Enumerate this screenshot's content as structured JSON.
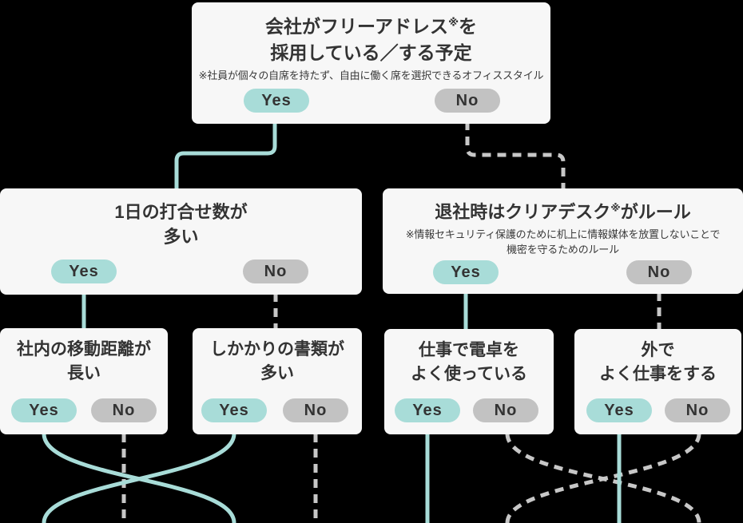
{
  "colors": {
    "background": "#000000",
    "box_background": "#f7f7f7",
    "yes_accent": "#a8dcd8",
    "no_accent": "#c2c2c2",
    "text": "#333333"
  },
  "flowchart": {
    "root": {
      "title_main": "会社がフリーアドレス",
      "title_ref_mark": "※",
      "title_tail": "を",
      "title_line2": "採用している／する予定",
      "note": "※社員が個々の自席を持たず、自由に働く席を選択できるオフィススタイル",
      "yes": "Yes",
      "no": "No"
    },
    "meetings": {
      "title_line1": "1日の打合せ数が",
      "title_line2": "多い",
      "yes": "Yes",
      "no": "No"
    },
    "clear_desk": {
      "title_main": "退社時はクリアデスク",
      "title_ref_mark": "※",
      "title_tail": "がルール",
      "note_line1": "※情報セキュリティ保護のために机上に情報媒体を放置しないことで",
      "note_line2": "機密を守るためのルール",
      "yes": "Yes",
      "no": "No"
    },
    "walking_distance": {
      "title_line1": "社内の移動距離が",
      "title_line2": "長い",
      "yes": "Yes",
      "no": "No"
    },
    "pending_documents": {
      "title_line1": "しかかりの書類が",
      "title_line2": "多い",
      "yes": "Yes",
      "no": "No"
    },
    "calculator": {
      "title_line1": "仕事で電卓を",
      "title_line2": "よく使っている",
      "yes": "Yes",
      "no": "No"
    },
    "work_outside": {
      "title_line1": "外で",
      "title_line2": "よく仕事をする",
      "yes": "Yes",
      "no": "No"
    }
  }
}
